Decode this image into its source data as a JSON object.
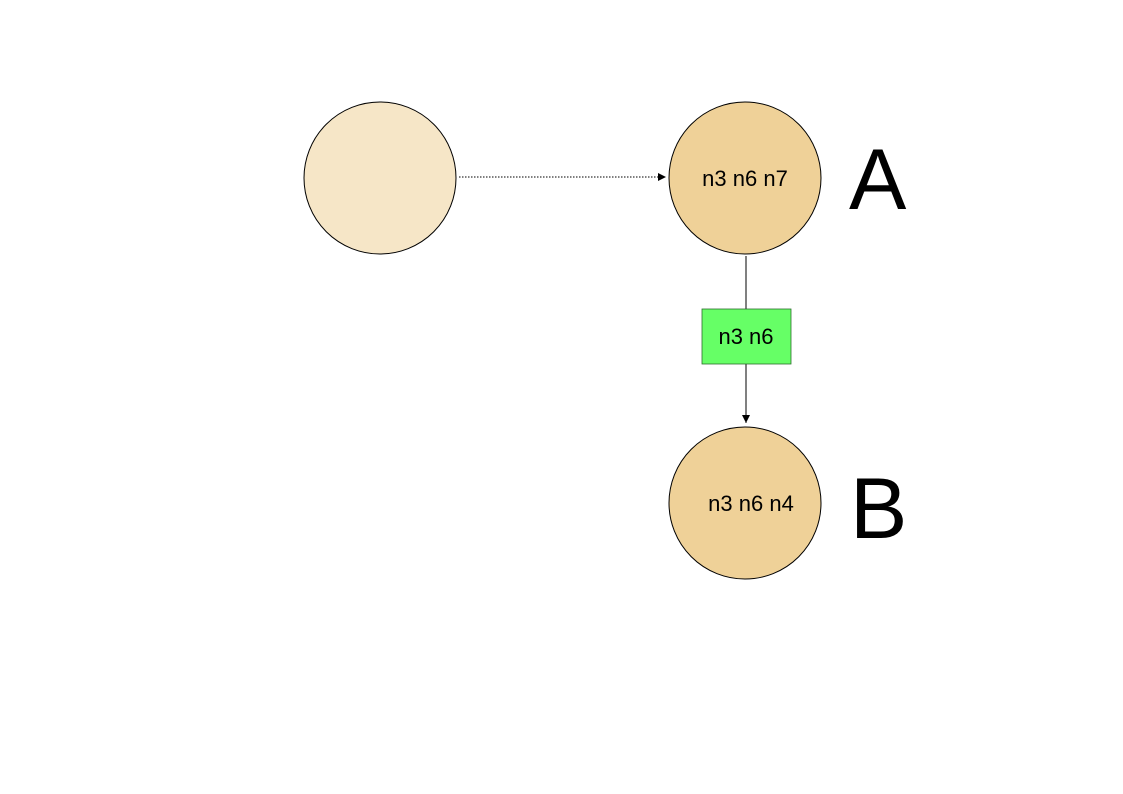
{
  "diagram": {
    "nodes": {
      "empty": {
        "label": "",
        "fill": "#f6e6c7"
      },
      "a": {
        "label": "n3 n6 n7",
        "fill": "#efd198"
      },
      "b": {
        "label": "n3 n6 n4",
        "fill": "#efd198"
      }
    },
    "edges": {
      "empty_to_a": {
        "style": "dotted"
      },
      "a_to_b": {
        "label": "n3 n6",
        "label_fill": "#66ff66",
        "style": "solid"
      }
    },
    "side_labels": {
      "a": "A",
      "b": "B"
    }
  }
}
